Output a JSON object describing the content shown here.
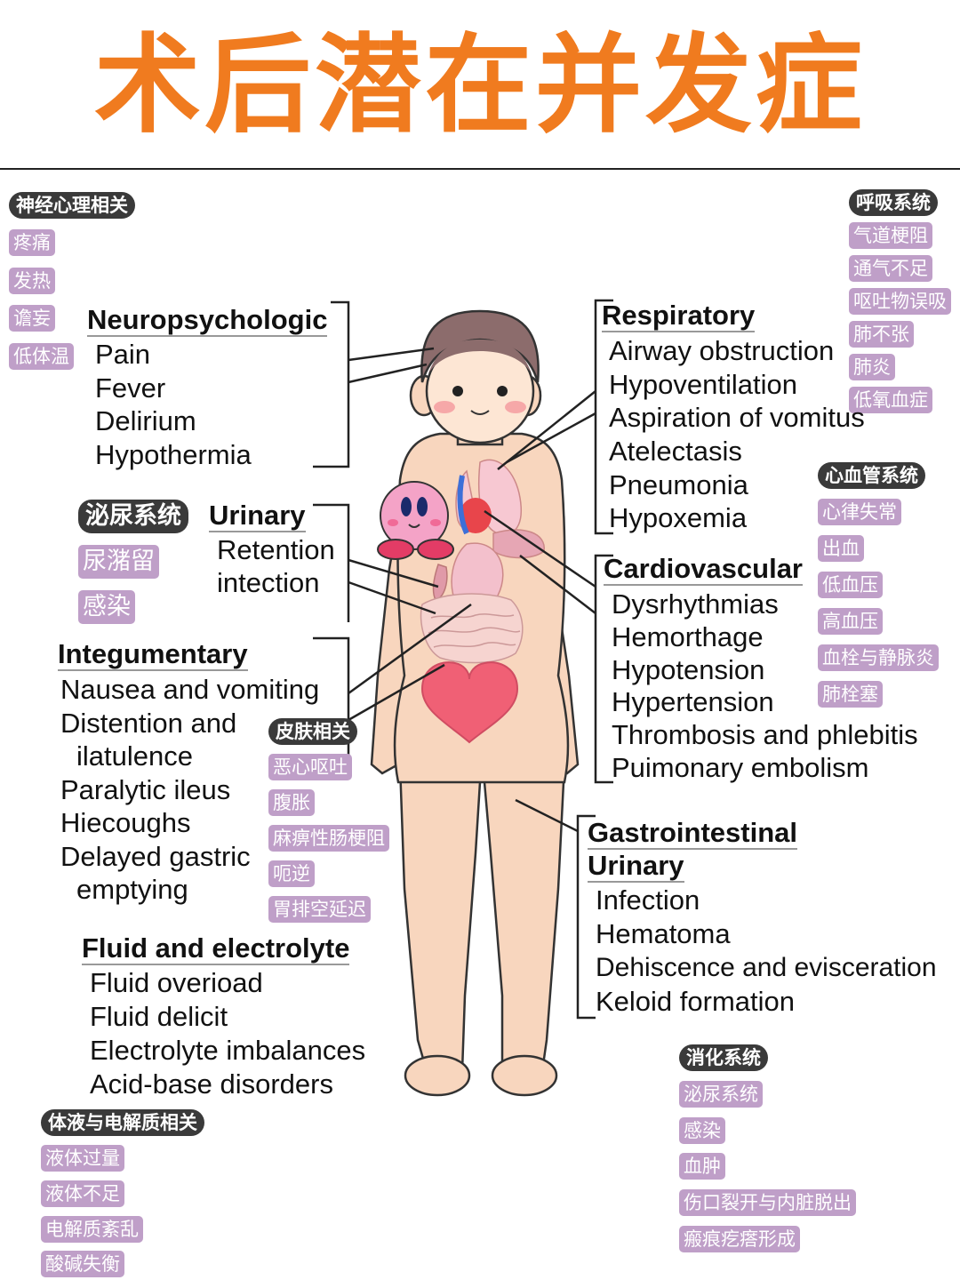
{
  "title": "术后潜在并发症",
  "neuro": {
    "cn_head": "神经心理相关",
    "cn_items": [
      "疼痛",
      "发热",
      "谵妄",
      "低体温"
    ],
    "en_head": "Neuropsychologic",
    "en_items": [
      "Pain",
      "Fever",
      "Delirium",
      "Hypothermia"
    ]
  },
  "urinary": {
    "cn_head": "泌尿系统",
    "cn_items": [
      "尿潴留",
      "感染"
    ],
    "en_head": "Urinary",
    "en_items": [
      "Retention",
      "intection"
    ]
  },
  "integ": {
    "cn_head": "皮肤相关",
    "cn_items": [
      "恶心呕吐",
      "腹胀",
      "麻痹性肠梗阻",
      "呃逆",
      "胃排空延迟"
    ],
    "en_head": "Integumentary",
    "en_items": [
      "Nausea and vomiting",
      "Distention and",
      "ilatulence",
      "Paralytic ileus",
      "Hiecoughs",
      "Delayed gastric",
      "emptying"
    ]
  },
  "fluid": {
    "cn_head": "体液与电解质相关",
    "cn_items": [
      "液体过量",
      "液体不足",
      "电解质紊乱",
      "酸碱失衡"
    ],
    "en_head": "Fluid and electrolyte",
    "en_items": [
      "Fluid overioad",
      "Fluid delicit",
      "Electrolyte imbalances",
      "Acid-base disorders"
    ]
  },
  "resp": {
    "cn_head": "呼吸系统",
    "cn_items": [
      "气道梗阻",
      "通气不足",
      "呕吐物误吸",
      "肺不张",
      "肺炎",
      "低氧血症"
    ],
    "en_head": "Respiratory",
    "en_items": [
      "Airway obstruction",
      "Hypoventilation",
      "Aspiration of vomitus",
      "Atelectasis",
      "Pneumonia",
      "Hypoxemia"
    ]
  },
  "cardio": {
    "cn_head": "心血管系统",
    "cn_items": [
      "心律失常",
      "出血",
      "低血压",
      "高血压",
      "血栓与静脉炎",
      "肺栓塞"
    ],
    "en_head": "Cardiovascular",
    "en_items": [
      "Dysrhythmias",
      "Hemorthage",
      "Hypotension",
      "Hypertension",
      "Thrombosis and phlebitis",
      "Puimonary embolism"
    ]
  },
  "gi": {
    "cn_head": "消化系统",
    "cn_items": [
      "泌尿系统",
      "感染",
      "血肿",
      "伤口裂开与内脏脱出",
      "瘢痕疙瘩形成"
    ],
    "en_head_1": "Gastrointestinal",
    "en_head_2": "Urinary",
    "en_items": [
      "Infection",
      "Hematoma",
      "Dehiscence and evisceration",
      "Keloid formation"
    ]
  },
  "colors": {
    "title": "#f07b1f",
    "cn_head_bg": "#3a3a3a",
    "cn_item_bg": "#bf9fc8",
    "skin": "#f8d6be",
    "hair": "#8c6c6c",
    "heart": "#f06075"
  }
}
